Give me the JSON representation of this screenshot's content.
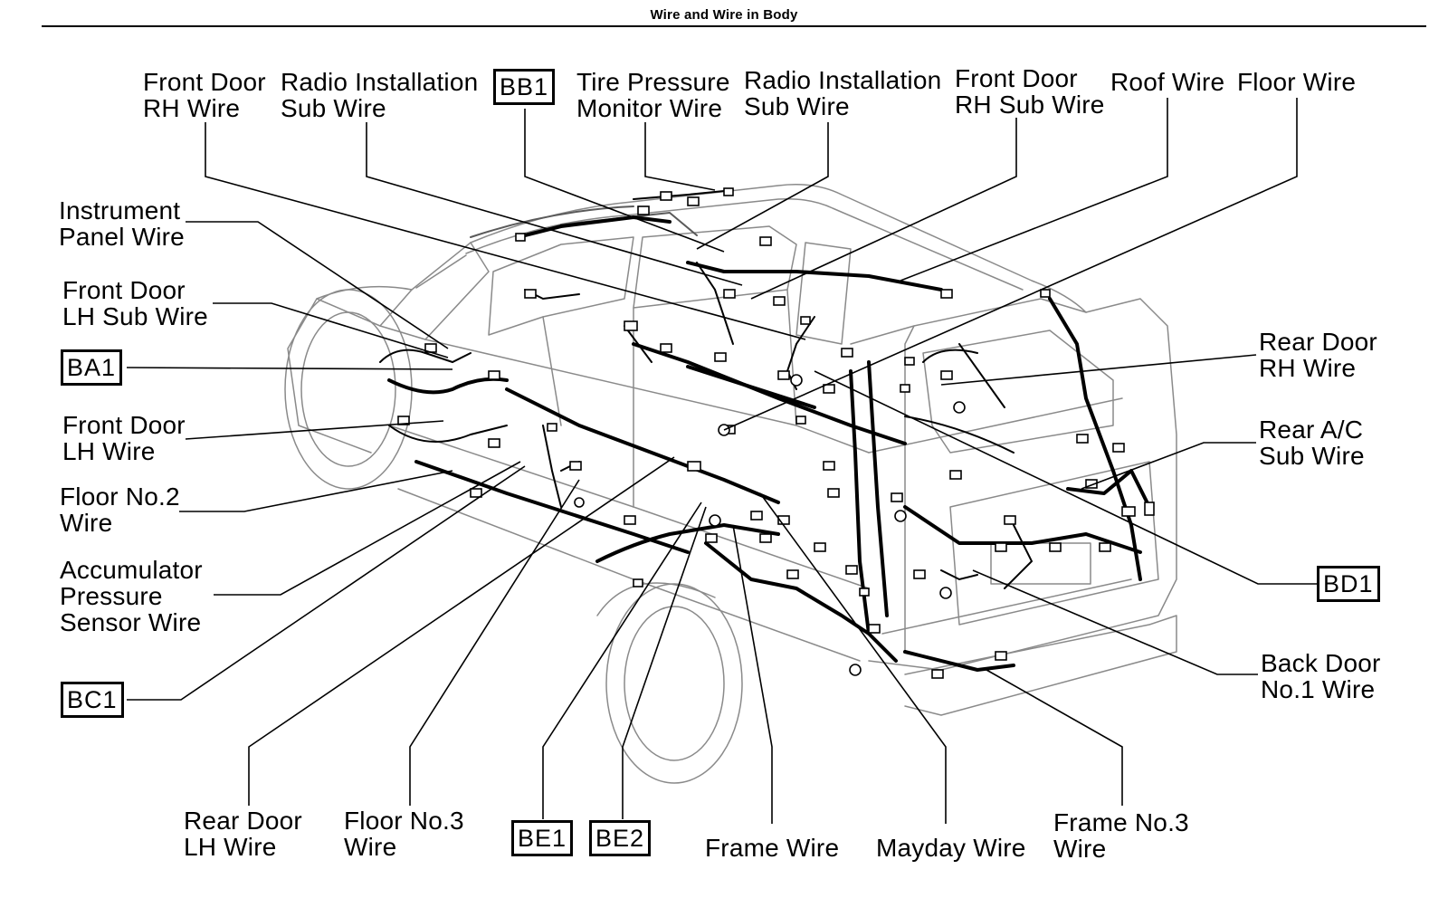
{
  "header": {
    "title": "Wire and Wire in Body"
  },
  "labels": {
    "front_door_rh": [
      "Front Door",
      "RH Wire"
    ],
    "radio_install_sub_1": [
      "Radio Installation",
      "Sub Wire"
    ],
    "bb1": "BB1",
    "tire_pressure": [
      "Tire Pressure",
      "Monitor Wire"
    ],
    "radio_install_sub_2": [
      "Radio Installation",
      "Sub Wire"
    ],
    "front_door_rh_sub": [
      "Front Door",
      "RH Sub Wire"
    ],
    "roof": "Roof Wire",
    "floor": "Floor Wire",
    "instrument_panel": [
      "Instrument",
      "Panel Wire"
    ],
    "front_door_lh_sub": [
      "Front Door",
      "LH Sub Wire"
    ],
    "ba1": "BA1",
    "front_door_lh": [
      "Front Door",
      "LH Wire"
    ],
    "floor_no2": [
      "Floor No.2",
      "Wire"
    ],
    "accumulator": [
      "Accumulator",
      "Pressure",
      "Sensor Wire"
    ],
    "bc1": "BC1",
    "rear_door_rh": [
      "Rear Door",
      "RH Wire"
    ],
    "rear_ac_sub": [
      "Rear A/C",
      "Sub Wire"
    ],
    "bd1": "BD1",
    "back_door_no1": [
      "Back Door",
      "No.1 Wire"
    ],
    "rear_door_lh": [
      "Rear Door",
      "LH Wire"
    ],
    "floor_no3": [
      "Floor No.3",
      "Wire"
    ],
    "be1": "BE1",
    "be2": "BE2",
    "frame": "Frame Wire",
    "mayday": "Mayday Wire",
    "frame_no3": [
      "Frame No.3",
      "Wire"
    ]
  }
}
